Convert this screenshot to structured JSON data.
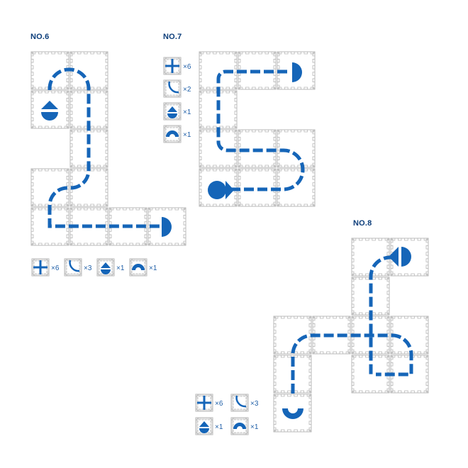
{
  "colors": {
    "track": "#1565b8",
    "tile_edge": "#b8b8b8",
    "title": "#0b3d7a"
  },
  "puzzles": [
    {
      "title": "NO.6",
      "inventory": [
        {
          "icon": "cross-piece-icon",
          "count": "×6"
        },
        {
          "icon": "curve-piece-icon",
          "count": "×3"
        },
        {
          "icon": "start-piece-icon",
          "count": "×1"
        },
        {
          "icon": "end-piece-icon",
          "count": "×1"
        }
      ]
    },
    {
      "title": "NO.7",
      "inventory": [
        {
          "icon": "cross-piece-icon",
          "count": "×6"
        },
        {
          "icon": "curve-piece-icon",
          "count": "×2"
        },
        {
          "icon": "start-piece-icon",
          "count": "×1"
        },
        {
          "icon": "end-piece-icon",
          "count": "×1"
        }
      ]
    },
    {
      "title": "NO.8",
      "inventory": [
        {
          "icon": "cross-piece-icon",
          "count": "×6"
        },
        {
          "icon": "curve-piece-icon",
          "count": "×3"
        },
        {
          "icon": "start-piece-icon",
          "count": "×1"
        },
        {
          "icon": "end-piece-icon",
          "count": "×1"
        }
      ]
    }
  ]
}
